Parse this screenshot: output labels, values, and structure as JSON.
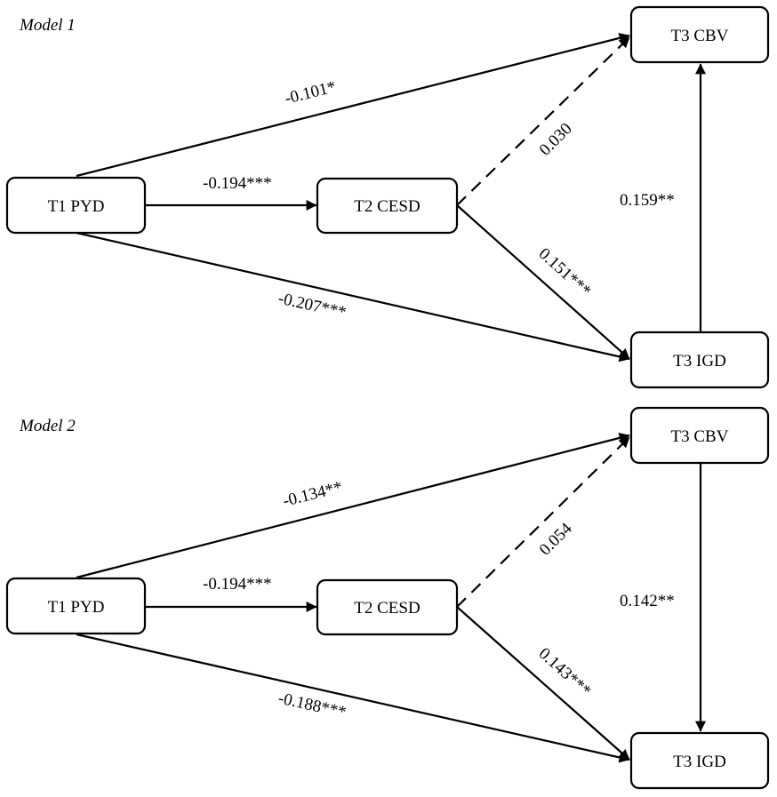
{
  "models": [
    {
      "title": "Model 1",
      "nodes": {
        "pyd": "T1 PYD",
        "cesd": "T2 CESD",
        "cbv": "T3 CBV",
        "igd": "T3 IGD"
      },
      "paths": {
        "pyd_cbv": "-0.101*",
        "pyd_cesd": "-0.194***",
        "pyd_igd": "-0.207***",
        "cesd_cbv": "0.030",
        "cesd_igd": "0.151***",
        "cbv_igd": "0.159**"
      },
      "cbv_igd_direction": "IGD to CBV"
    },
    {
      "title": "Model 2",
      "nodes": {
        "pyd": "T1 PYD",
        "cesd": "T2 CESD",
        "cbv": "T3 CBV",
        "igd": "T3 IGD"
      },
      "paths": {
        "pyd_cbv": "-0.134**",
        "pyd_cesd": "-0.194***",
        "pyd_igd": "-0.188***",
        "cesd_cbv": "0.054",
        "cesd_igd": "0.143***",
        "cbv_igd": "0.142**"
      },
      "cbv_igd_direction": "CBV to IGD"
    }
  ],
  "dashed_paths": [
    "cesd_cbv"
  ]
}
